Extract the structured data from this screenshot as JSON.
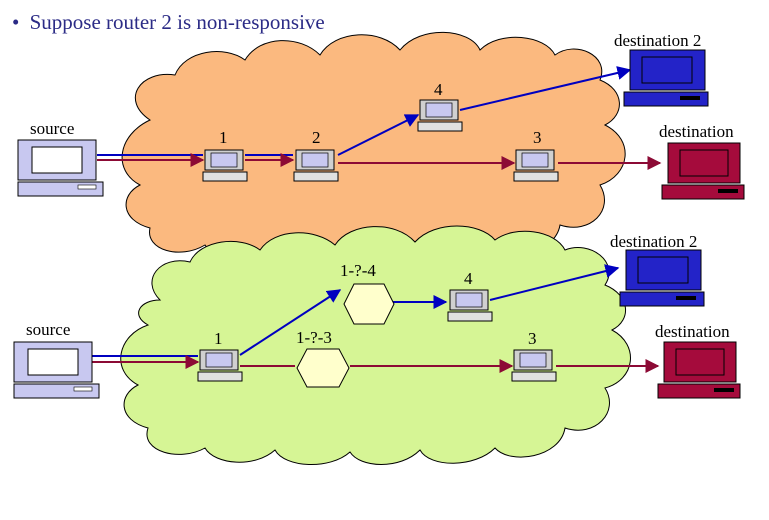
{
  "title": {
    "bullet": "•",
    "text": "Suppose router 2 is non-responsive"
  },
  "colors": {
    "title": "#2b2b86",
    "cloud_top": "#fbb97f",
    "cloud_bottom": "#d6f595",
    "cloud_stroke": "#000000",
    "path_to_destination_2": "#0000c0",
    "path_to_destination": "#8c0a35",
    "destination_2_computer": "#2323c8",
    "destination_computer": "#a50b3c",
    "source_computer": "#c8c8f0",
    "unknown_router_fill": "#ffffcc"
  },
  "top_scenario": {
    "source_label": "source",
    "router_labels": [
      "1",
      "2",
      "4",
      "3"
    ],
    "destination_2_label": "destination 2",
    "destination_label": "destination"
  },
  "bottom_scenario": {
    "source_label": "source",
    "router_labels": [
      "1",
      "4",
      "3"
    ],
    "unknown_labels": [
      "1-?-4",
      "1-?-3"
    ],
    "destination_2_label": "destination 2",
    "destination_label": "destination"
  }
}
